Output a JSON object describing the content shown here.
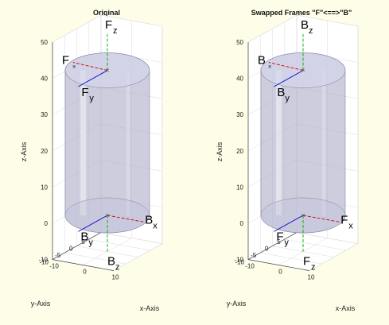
{
  "figure": {
    "background": "#fdfde8"
  },
  "chart_data": [
    {
      "type": "3d-cylinder-frames",
      "title": "Original",
      "xlabel": "x-Axis",
      "ylabel": "y-Axis",
      "zlabel": "z-Axis",
      "xlim": [
        -10,
        10
      ],
      "ylim": [
        -10,
        10
      ],
      "zlim": [
        -10,
        50
      ],
      "xticks": [
        -10,
        0,
        10
      ],
      "yticks": [
        -10,
        -5,
        0,
        5
      ],
      "zticks": [
        -10,
        0,
        10,
        20,
        30,
        40,
        50
      ],
      "grid": true,
      "cylinder": {
        "radius": 10,
        "z_bottom": 0,
        "z_top": 40,
        "color": "#a9a9c6"
      },
      "frames": [
        {
          "name": "F",
          "origin": [
            0,
            0,
            40
          ],
          "axes": {
            "x": "F",
            "y": "F",
            "z": "F"
          },
          "sub": {
            "x": "",
            "y": "y",
            "z": "z"
          }
        },
        {
          "name": "B",
          "origin": [
            0,
            0,
            0
          ],
          "axes": {
            "x": "B",
            "y": "B",
            "z": "B"
          },
          "sub": {
            "x": "x",
            "y": "y",
            "z": "z"
          }
        }
      ]
    },
    {
      "type": "3d-cylinder-frames",
      "title": "Swapped Frames \"F\"<==>\"B\"",
      "xlabel": "x-Axis",
      "ylabel": "y-Axis",
      "zlabel": "z-Axis",
      "xlim": [
        -10,
        10
      ],
      "ylim": [
        -10,
        10
      ],
      "zlim": [
        -10,
        50
      ],
      "xticks": [
        -10,
        0,
        10
      ],
      "yticks": [
        -10,
        -5,
        0,
        5
      ],
      "zticks": [
        -10,
        0,
        10,
        20,
        30,
        40,
        50
      ],
      "grid": true,
      "cylinder": {
        "radius": 10,
        "z_bottom": 0,
        "z_top": 40,
        "color": "#a9a9c6"
      },
      "frames": [
        {
          "name": "B",
          "origin": [
            0,
            0,
            40
          ],
          "axes": {
            "x": "B",
            "y": "B",
            "z": "B"
          },
          "sub": {
            "x": "",
            "y": "y",
            "z": "z"
          }
        },
        {
          "name": "F",
          "origin": [
            0,
            0,
            0
          ],
          "axes": {
            "x": "F",
            "y": "F",
            "z": "F"
          },
          "sub": {
            "x": "x",
            "y": "y",
            "z": "z"
          }
        }
      ]
    }
  ],
  "colors": {
    "x_axis": "#cc0000",
    "y_axis": "#0000cc",
    "z_axis": "#00aa00"
  }
}
